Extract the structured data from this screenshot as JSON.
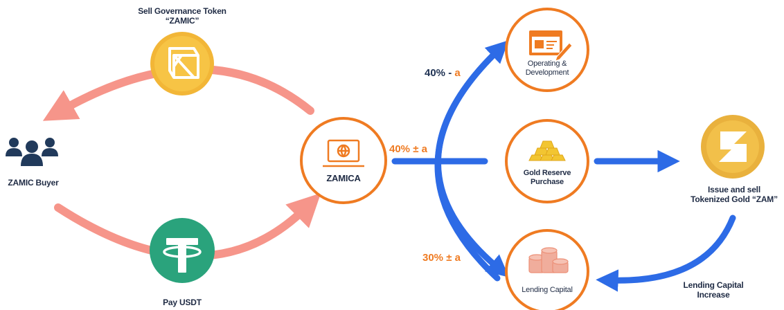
{
  "colors": {
    "salmon_arrow": "#f6958a",
    "blue_arrow": "#2d6be6",
    "navy_text": "#1f3253",
    "orange_ring": "#ef7b22",
    "gold_coin": "#f2b637",
    "tether_green": "#2aa37c",
    "buyer_icon": "#213a5b"
  },
  "nodes": {
    "zamic_token": {
      "label_line1": "Sell Governance Token",
      "label_line2": "“ZAMIC”",
      "icon": "zamic-logo-icon"
    },
    "buyer": {
      "label": "ZAMIC Buyer",
      "icon": "users-group-icon"
    },
    "usdt": {
      "label": "Pay USDT",
      "icon": "tether-logo-icon"
    },
    "zamica": {
      "label": "ZAMICA",
      "icon": "laptop-globe-icon"
    },
    "operating": {
      "label_line1": "Operating &",
      "label_line2": "Development",
      "icon": "browser-window-edit-icon"
    },
    "gold_reserve": {
      "label_line1": "Gold Reserve",
      "label_line2": "Purchase",
      "icon": "gold-bars-icon"
    },
    "lending": {
      "label": "Lending Capital",
      "icon": "coin-stacks-icon"
    },
    "zam": {
      "label_line1": "Issue and sell",
      "label_line2": "Tokenized Gold “ZAM”",
      "icon": "zam-coin-icon"
    },
    "lending_increase": {
      "label_line1": "Lending Capital",
      "label_line2": "Increase"
    }
  },
  "allocations": {
    "operating_base": "40% -",
    "operating_var": "a",
    "gold": "40% ± a",
    "lending": "30% ± a"
  }
}
